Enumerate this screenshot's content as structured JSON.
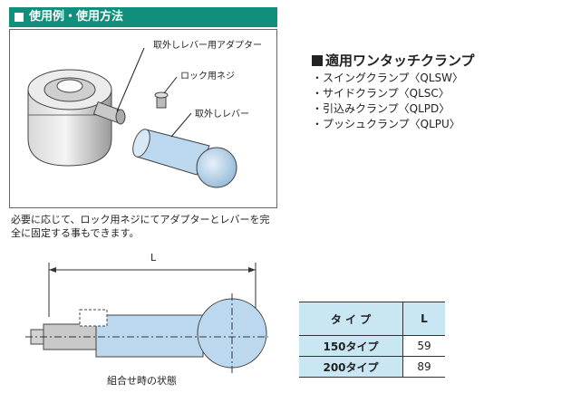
{
  "header": {
    "title": "使用例・使用方法"
  },
  "figure_labels": {
    "adapter": "取外しレバー用アダプター",
    "lock_screw": "ロック用ネジ",
    "lever": "取外しレバー"
  },
  "caption": {
    "line1": "必要に応じて、ロック用ネジにてアダプターとレバーを完",
    "line2": "全に固定する事もできます。"
  },
  "applicable": {
    "title": "適用ワンタッチクランプ",
    "items": [
      "・スイングクランプ〈QLSW〉",
      "・サイドクランプ〈QLSC〉",
      "・引込みクランプ〈QLPD〉",
      "・プッシュクランプ〈QLPU〉"
    ]
  },
  "dimension_label": "L",
  "combo_caption": "組合せ時の状態",
  "spec_table": {
    "headers": [
      "タ イ プ",
      "L"
    ],
    "rows": [
      {
        "type": "150タイプ",
        "L": "59"
      },
      {
        "type": "200タイプ",
        "L": "89"
      }
    ]
  },
  "colors": {
    "header": "#0f8f7c",
    "table_fill": "#c9e6f3",
    "lever_fill": "#bcd8ee"
  }
}
